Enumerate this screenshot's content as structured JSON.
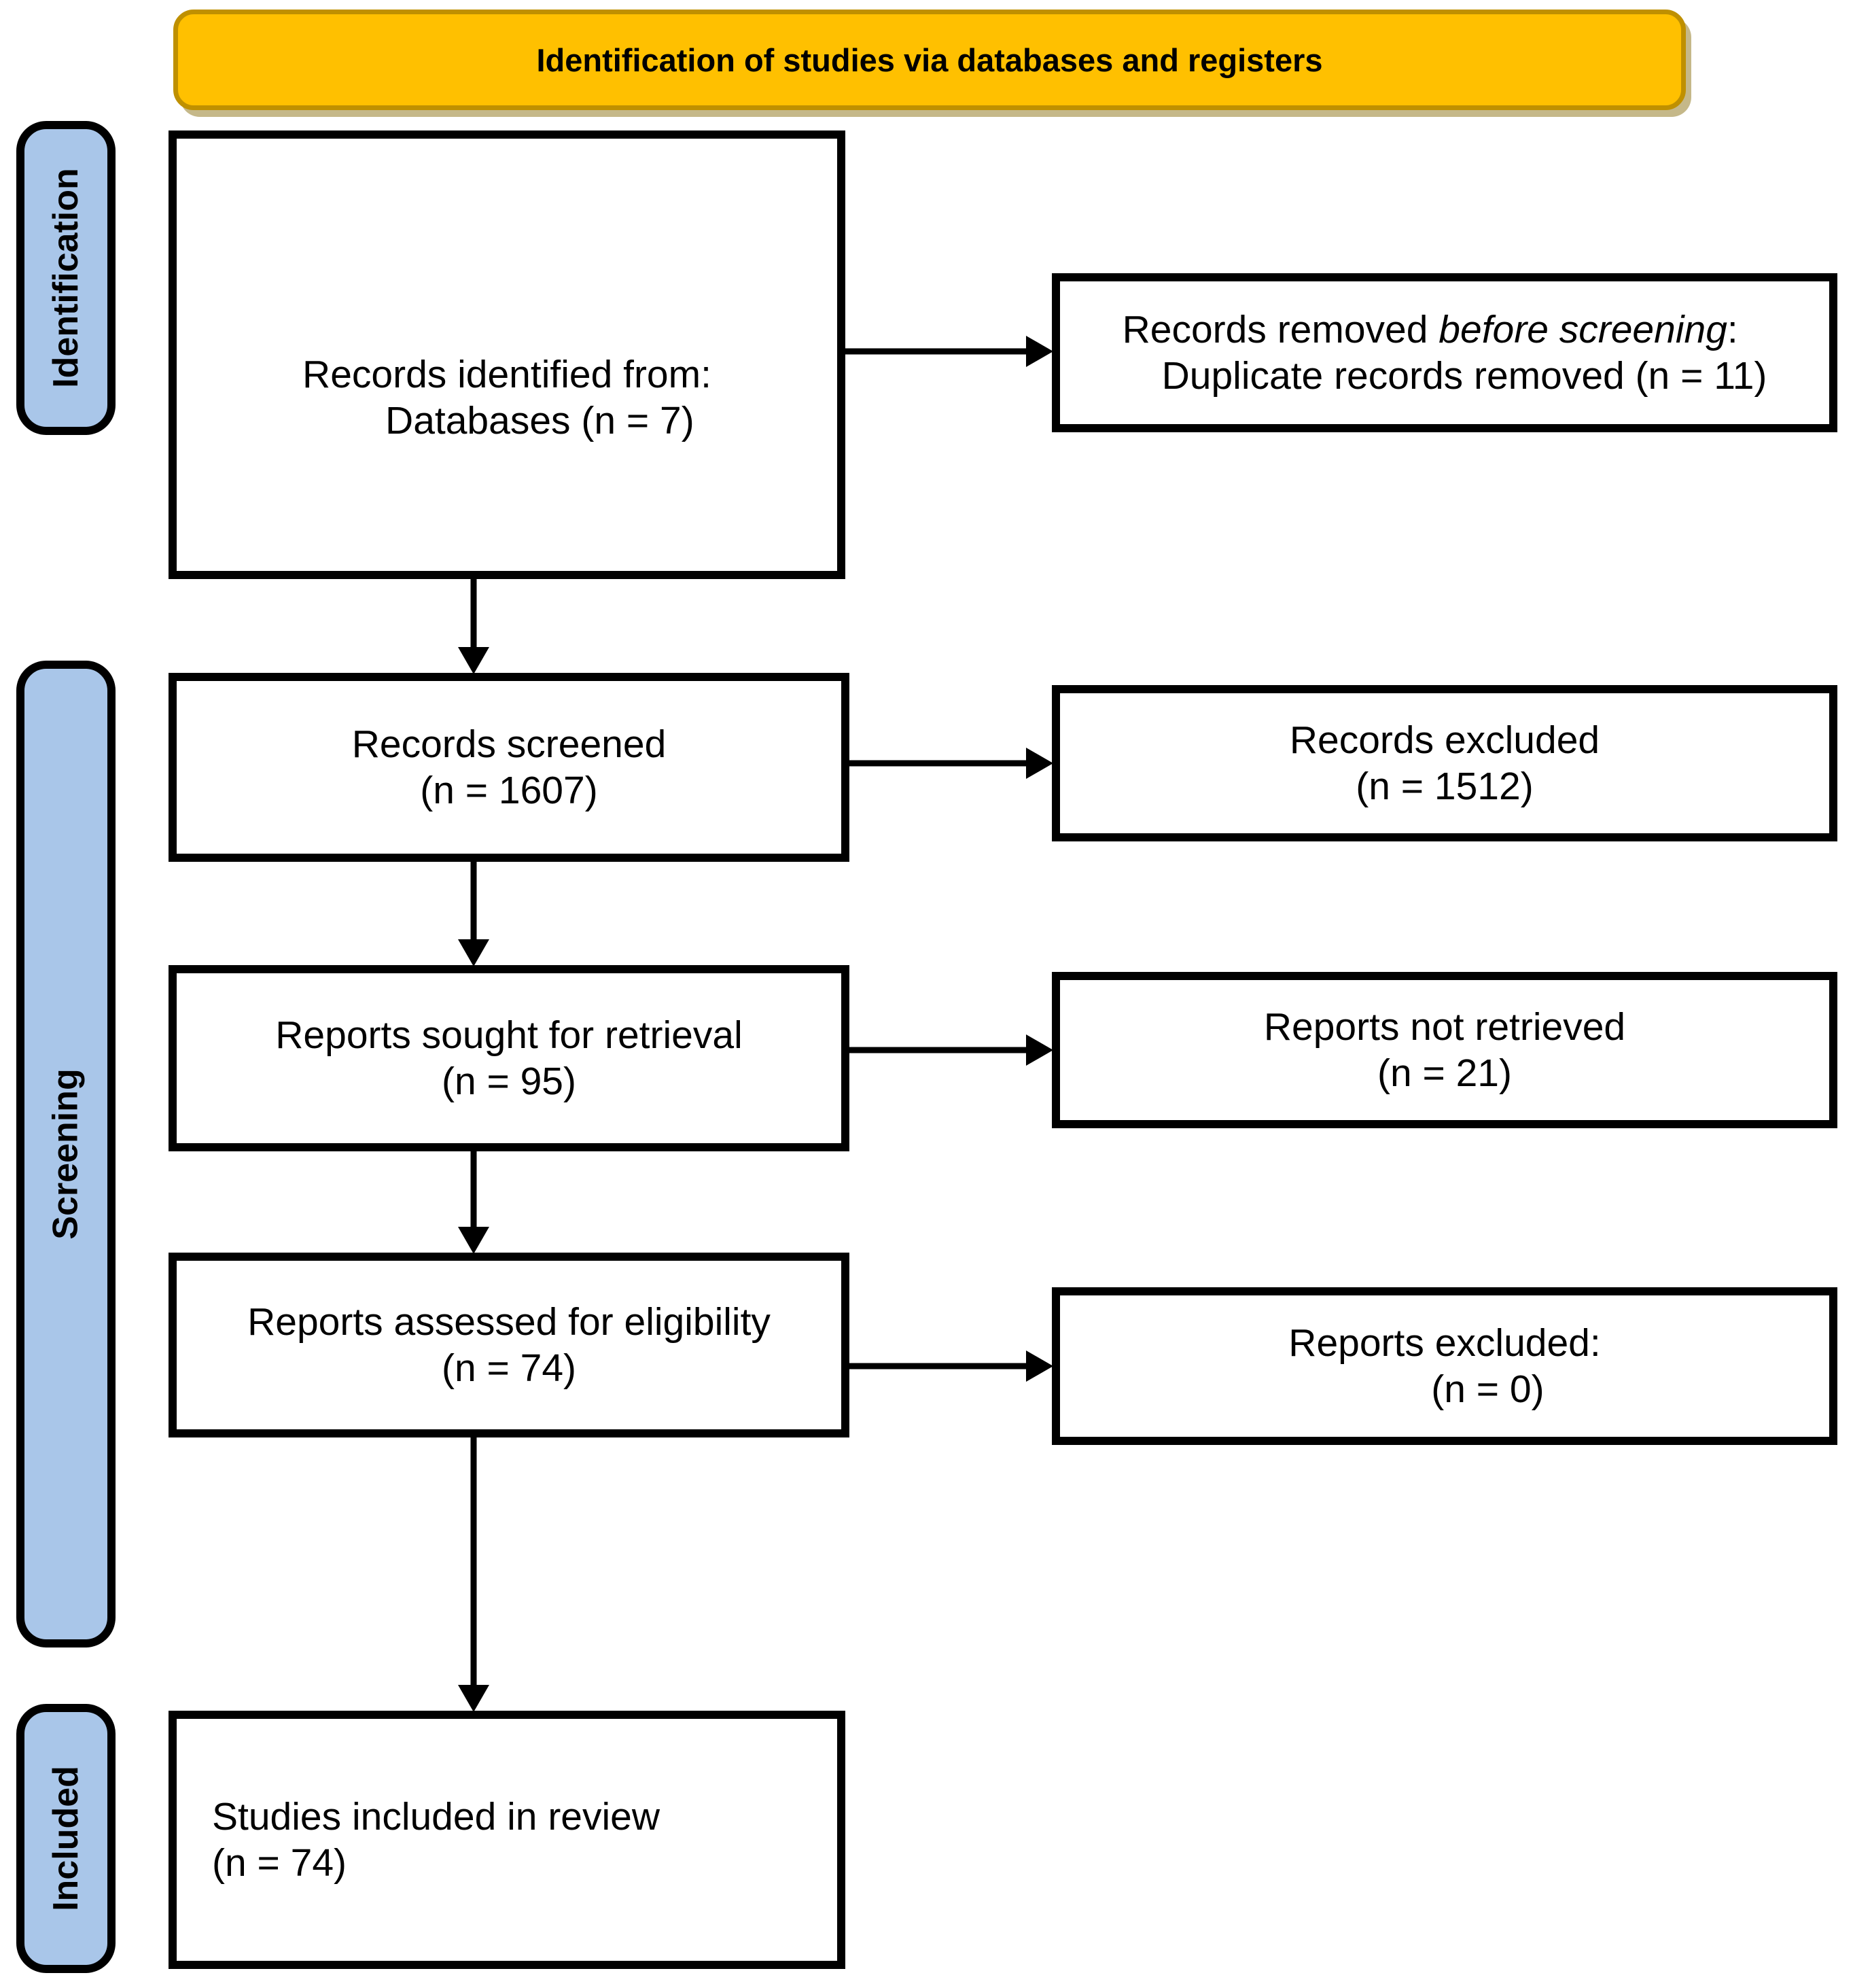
{
  "header": {
    "title": "Identification of studies via databases and registers"
  },
  "stages": {
    "identification": "Identification",
    "screening": "Screening",
    "included": "Included"
  },
  "boxes": {
    "records_identified": {
      "line1": "Records identified from:",
      "line2": "Databases (n = 7)"
    },
    "records_removed": {
      "line1_prefix": "Records removed ",
      "line1_italic": "before screening",
      "line1_suffix": ":",
      "line2": "Duplicate records removed (n = 11)"
    },
    "records_screened": {
      "line1": "Records screened",
      "line2": "(n = 1607)"
    },
    "records_excluded": {
      "line1": "Records excluded",
      "line2": "(n = 1512)"
    },
    "reports_sought": {
      "line1": "Reports sought for retrieval",
      "line2": "(n = 95)"
    },
    "reports_not_retrieved": {
      "line1": "Reports not retrieved",
      "line2": "(n = 21)"
    },
    "reports_assessed": {
      "line1": "Reports assessed for eligibility",
      "line2": "(n = 74)"
    },
    "reports_excluded": {
      "line1": "Reports excluded:",
      "line2": "(n = 0)"
    },
    "studies_included": {
      "line1": "Studies included in review",
      "line2": "(n = 74)"
    }
  },
  "colors": {
    "header_fill": "#FFC000",
    "header_border": "#BF9000",
    "stage_fill": "#A9C6E9",
    "stage_border": "#000000",
    "box_fill": "#FFFFFF",
    "box_border": "#000000",
    "arrow": "#000000",
    "text": "#000000",
    "background": "#FFFFFF"
  }
}
